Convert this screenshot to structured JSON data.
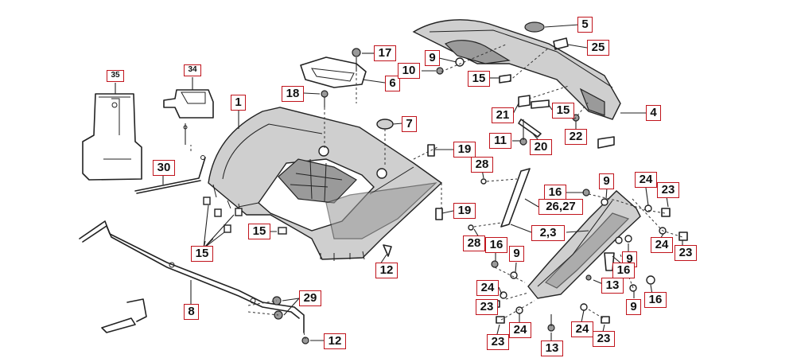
{
  "callouts": [
    {
      "id": "c35",
      "text": "35"
    },
    {
      "id": "c34",
      "text": "34"
    },
    {
      "id": "c1",
      "text": "1"
    },
    {
      "id": "c18",
      "text": "18"
    },
    {
      "id": "c17",
      "text": "17"
    },
    {
      "id": "c6",
      "text": "6"
    },
    {
      "id": "c9a",
      "text": "9"
    },
    {
      "id": "c10",
      "text": "10"
    },
    {
      "id": "c15a",
      "text": "15"
    },
    {
      "id": "c5",
      "text": "5"
    },
    {
      "id": "c25",
      "text": "25"
    },
    {
      "id": "c7",
      "text": "7"
    },
    {
      "id": "c21",
      "text": "21"
    },
    {
      "id": "c15b",
      "text": "15"
    },
    {
      "id": "c4",
      "text": "4"
    },
    {
      "id": "c11",
      "text": "11"
    },
    {
      "id": "c20",
      "text": "20"
    },
    {
      "id": "c22",
      "text": "22"
    },
    {
      "id": "c19a",
      "text": "19"
    },
    {
      "id": "c28a",
      "text": "28"
    },
    {
      "id": "c30",
      "text": "30"
    },
    {
      "id": "c16a",
      "text": "16"
    },
    {
      "id": "c9b",
      "text": "9"
    },
    {
      "id": "c24a",
      "text": "24"
    },
    {
      "id": "c23a",
      "text": "23"
    },
    {
      "id": "c2627",
      "text": "26,27"
    },
    {
      "id": "c19b",
      "text": "19"
    },
    {
      "id": "c15c",
      "text": "15"
    },
    {
      "id": "c15d",
      "text": "15"
    },
    {
      "id": "c23",
      "text": "2,3"
    },
    {
      "id": "c28b",
      "text": "28"
    },
    {
      "id": "c16b",
      "text": "16"
    },
    {
      "id": "c24b",
      "text": "24"
    },
    {
      "id": "c23b",
      "text": "23"
    },
    {
      "id": "c12a",
      "text": "12"
    },
    {
      "id": "c9c",
      "text": "9"
    },
    {
      "id": "c9d",
      "text": "9"
    },
    {
      "id": "c16c",
      "text": "16"
    },
    {
      "id": "c13a",
      "text": "13"
    },
    {
      "id": "c24c",
      "text": "24"
    },
    {
      "id": "c9e",
      "text": "9"
    },
    {
      "id": "c16d",
      "text": "16"
    },
    {
      "id": "c8",
      "text": "8"
    },
    {
      "id": "c29",
      "text": "29"
    },
    {
      "id": "c23c",
      "text": "23"
    },
    {
      "id": "c24d",
      "text": "24"
    },
    {
      "id": "c24e",
      "text": "24"
    },
    {
      "id": "c23d",
      "text": "23"
    },
    {
      "id": "c23e",
      "text": "23"
    },
    {
      "id": "c23f",
      "text": "23"
    },
    {
      "id": "c13b",
      "text": "13"
    },
    {
      "id": "c12b",
      "text": "12"
    }
  ]
}
